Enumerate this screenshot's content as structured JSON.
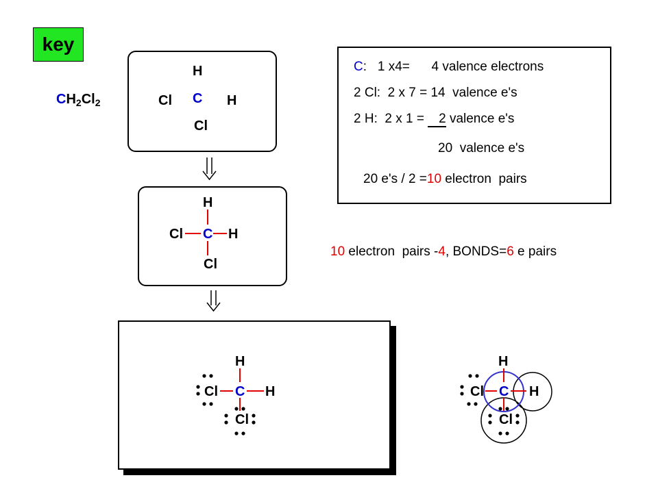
{
  "key_label": "key",
  "formula": {
    "c": "C",
    "h": "H",
    "h_sub": "2",
    "cl": "Cl",
    "cl_sub": "2"
  },
  "atoms": {
    "c": "C",
    "h": "H",
    "cl": "Cl"
  },
  "calc": {
    "row1": {
      "label": "C",
      "colon": ":",
      "text": "   1 x4=      4 valence electrons"
    },
    "row2": {
      "text": "2 Cl:  2 x 7 = 14  valence e's"
    },
    "row3": {
      "prefix": "2 H:  2 x 1 = ",
      "blank": "   ",
      "value": "2",
      "suffix": " valence e's"
    },
    "row4": {
      "text": "20  valence e's"
    },
    "row5": {
      "prefix": "20 e's / 2 =",
      "value": "10",
      "suffix": " electron  pairs"
    }
  },
  "bonds_line": {
    "a": "10",
    "b": " electron  pairs -",
    "c": "4",
    "d": ", BONDS=",
    "e": "6",
    "f": " e pairs"
  },
  "colors": {
    "key": "#22e622",
    "carbon": "#0000cc",
    "emphasis": "#e00000",
    "octet_circle": "#3333cc"
  }
}
